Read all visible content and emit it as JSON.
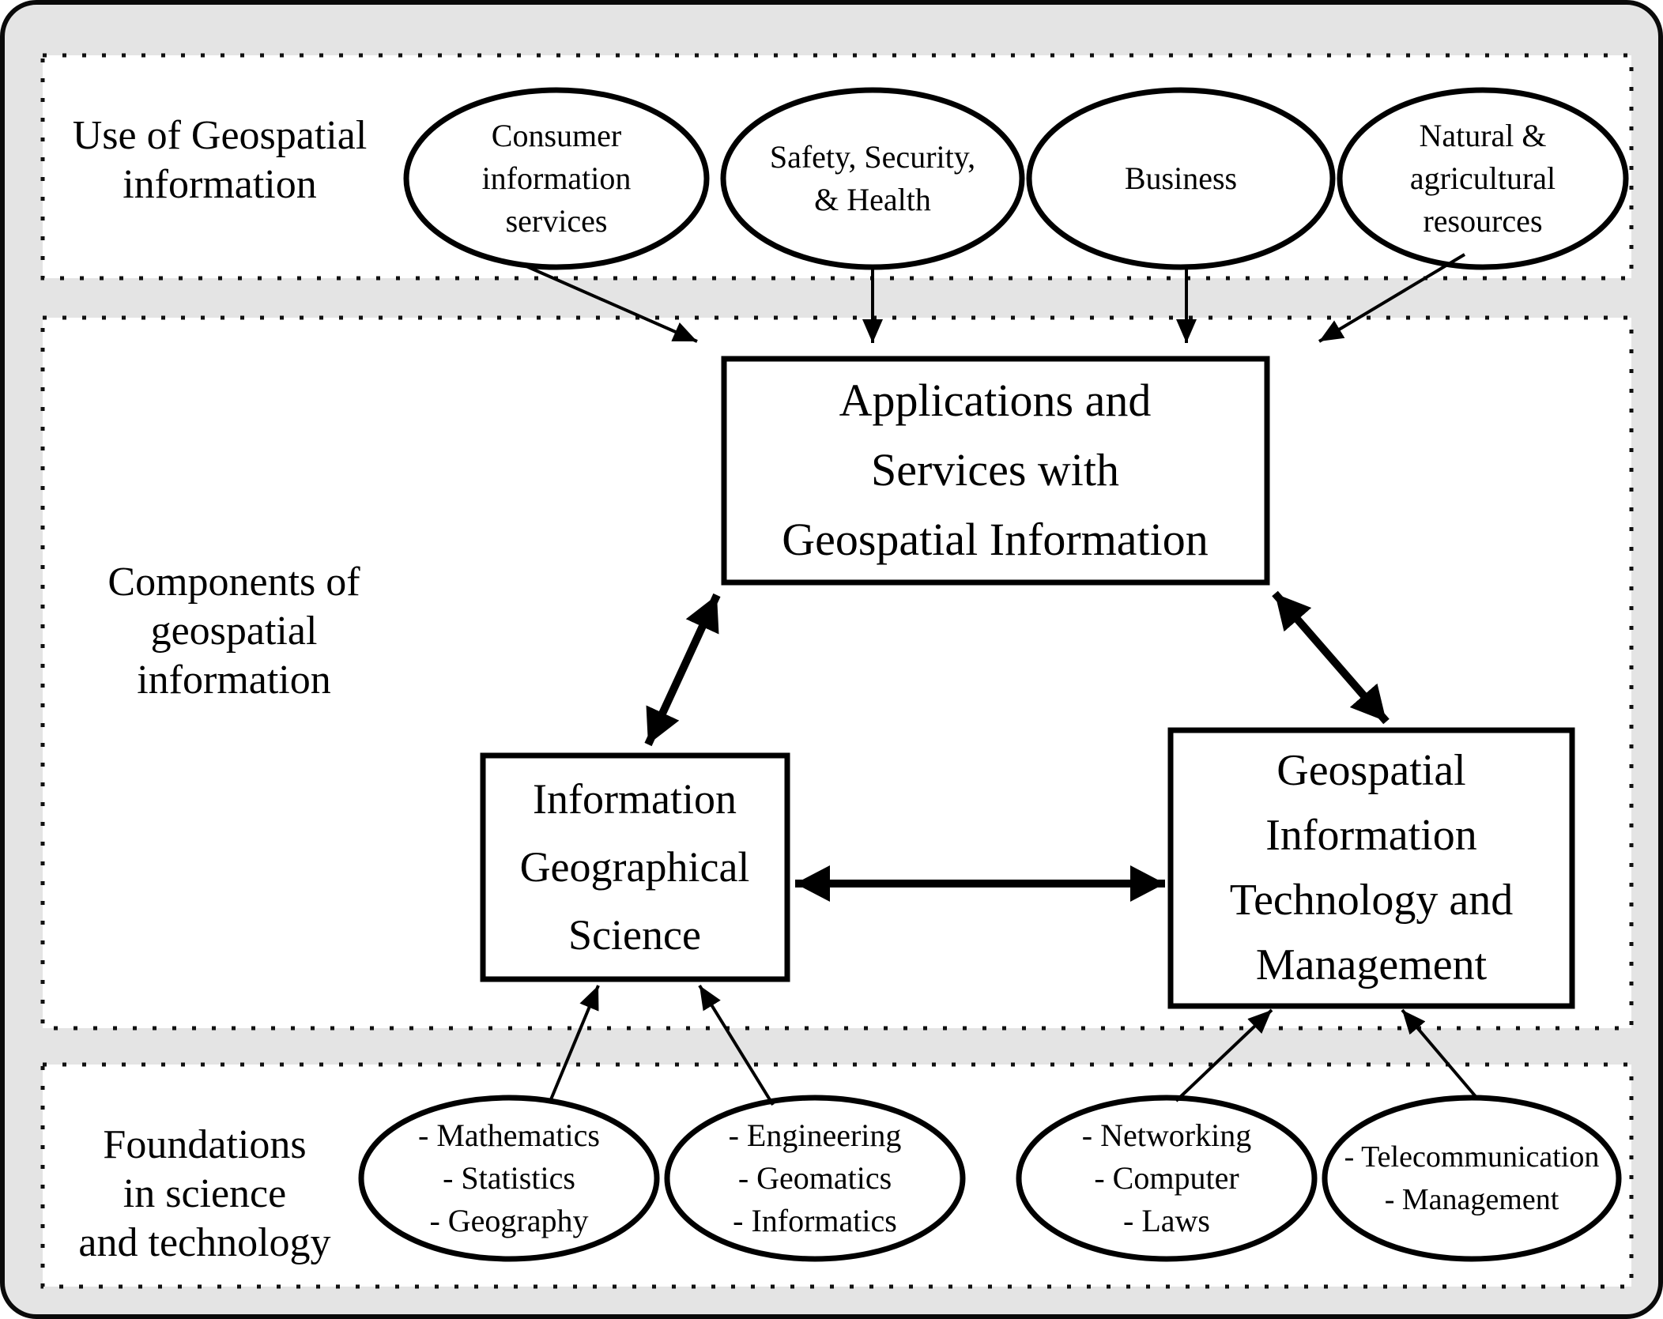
{
  "canvas": {
    "background_color": "#e4e4e4",
    "band_fill_color": "#ffffff",
    "ink_color": "#000000",
    "outer_border_color": "#0a0a0a"
  },
  "bands": [
    {
      "id": "use",
      "label": "Use of Geospatial\ninformation"
    },
    {
      "id": "components",
      "label": "Components of\ngeospatial\ninformation"
    },
    {
      "id": "foundations",
      "label": "Foundations\nin science\nand technology"
    }
  ],
  "top_ellipses": [
    {
      "label": "Consumer\ninformation\nservices"
    },
    {
      "label": "Safety, Security,\n& Health"
    },
    {
      "label": "Business"
    },
    {
      "label": "Natural &\nagricultural\nresources"
    }
  ],
  "boxes": [
    {
      "label": "Applications and\nServices with\nGeospatial Information"
    },
    {
      "label": "Information\nGeographical\nScience"
    },
    {
      "label": "Geospatial\nInformation\nTechnology and\nManagement"
    }
  ],
  "bottom_ellipses": [
    {
      "label": "- Mathematics\n- Statistics\n- Geography"
    },
    {
      "label": "- Engineering\n- Geomatics\n- Informatics"
    },
    {
      "label": "- Networking\n- Computer\n- Laws"
    },
    {
      "label": "- Telecommunication\n- Management"
    }
  ]
}
